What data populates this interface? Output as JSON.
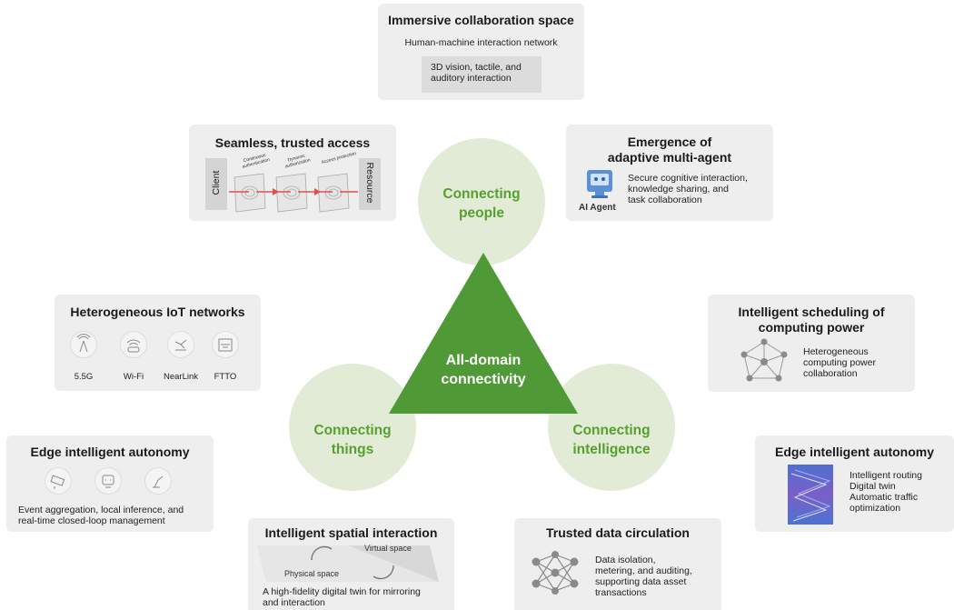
{
  "center": {
    "line1": "All-domain",
    "line2": "connectivity"
  },
  "circles": {
    "people": {
      "line1": "Connecting",
      "line2": "people"
    },
    "things": {
      "line1": "Connecting",
      "line2": "things"
    },
    "intelligence": {
      "line1": "Connecting",
      "line2": "intelligence"
    }
  },
  "immersive": {
    "title": "Immersive collaboration space",
    "subtitle": "Human-machine interaction network",
    "inner_line1": "3D vision, tactile, and",
    "inner_line2": "auditory interaction"
  },
  "access": {
    "title": "Seamless, trusted access",
    "client": "Client",
    "resource": "Resource",
    "steps": [
      "Continuous authentication",
      "Dynamic authorization",
      "Access protection"
    ]
  },
  "multiagent": {
    "title_line1": "Emergence of",
    "title_line2": "adaptive multi-agent",
    "icon_label": "AI Agent",
    "desc_line1": "Secure cognitive interaction,",
    "desc_line2": "knowledge sharing, and",
    "desc_line3": "task collaboration"
  },
  "iot": {
    "title": "Heterogeneous IoT networks",
    "items": [
      "5.5G",
      "Wi-Fi",
      "NearLink",
      "FTTO"
    ]
  },
  "scheduling": {
    "title_line1": "Intelligent scheduling of",
    "title_line2": "computing power",
    "desc_line1": "Heterogeneous",
    "desc_line2": "computing power",
    "desc_line3": "collaboration"
  },
  "edge_left": {
    "title": "Edge intelligent autonomy",
    "desc_line1": "Event aggregation, local inference, and",
    "desc_line2": "real-time closed-loop management"
  },
  "edge_right": {
    "title": "Edge intelligent autonomy",
    "desc_line1": "Intelligent routing",
    "desc_line2": "Digital twin",
    "desc_line3": "Automatic traffic",
    "desc_line4": "optimization"
  },
  "spatial": {
    "title": "Intelligent spatial interaction",
    "virtual": "Virtual space",
    "physical": "Physical space",
    "desc_line1": "A high-fidelity digital twin for mirroring",
    "desc_line2": "and interaction"
  },
  "datacirc": {
    "title": "Trusted data circulation",
    "desc_line1": "Data isolation,",
    "desc_line2": "metering, and auditing,",
    "desc_line3": "supporting data asset",
    "desc_line4": "transactions"
  },
  "colors": {
    "green": "#56a02f",
    "triangle": "#4f9a36",
    "circle": "#e2ebd6",
    "card": "#eeeeee"
  }
}
